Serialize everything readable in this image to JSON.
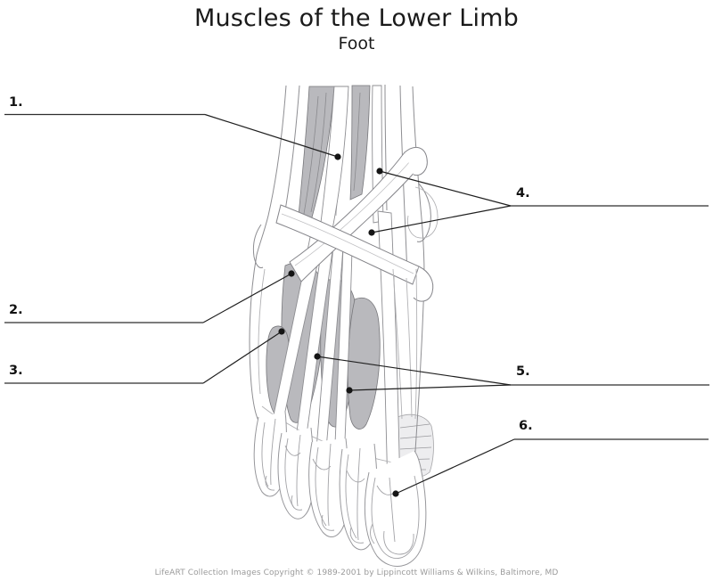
{
  "header": {
    "title": "Muscles of the Lower Limb",
    "subtitle": "Foot"
  },
  "labels": [
    {
      "number": "1."
    },
    {
      "number": "2."
    },
    {
      "number": "3."
    },
    {
      "number": "4."
    },
    {
      "number": "5."
    },
    {
      "number": "6."
    }
  ],
  "footer": {
    "credit": "LifeART Collection Images Copyright © 1989-2001 by Lippincott Williams & Wilkins, Baltimore, MD"
  },
  "colors": {
    "title_color": "#1a1a1a",
    "label_color": "#111111",
    "muscle_fill": "#b9b9bd",
    "artwork_stroke": "#8e8e92",
    "leader_color": "#1f1f1f",
    "answer_line_color": "#2e2e2e",
    "footer_color": "#9a9a9a"
  }
}
